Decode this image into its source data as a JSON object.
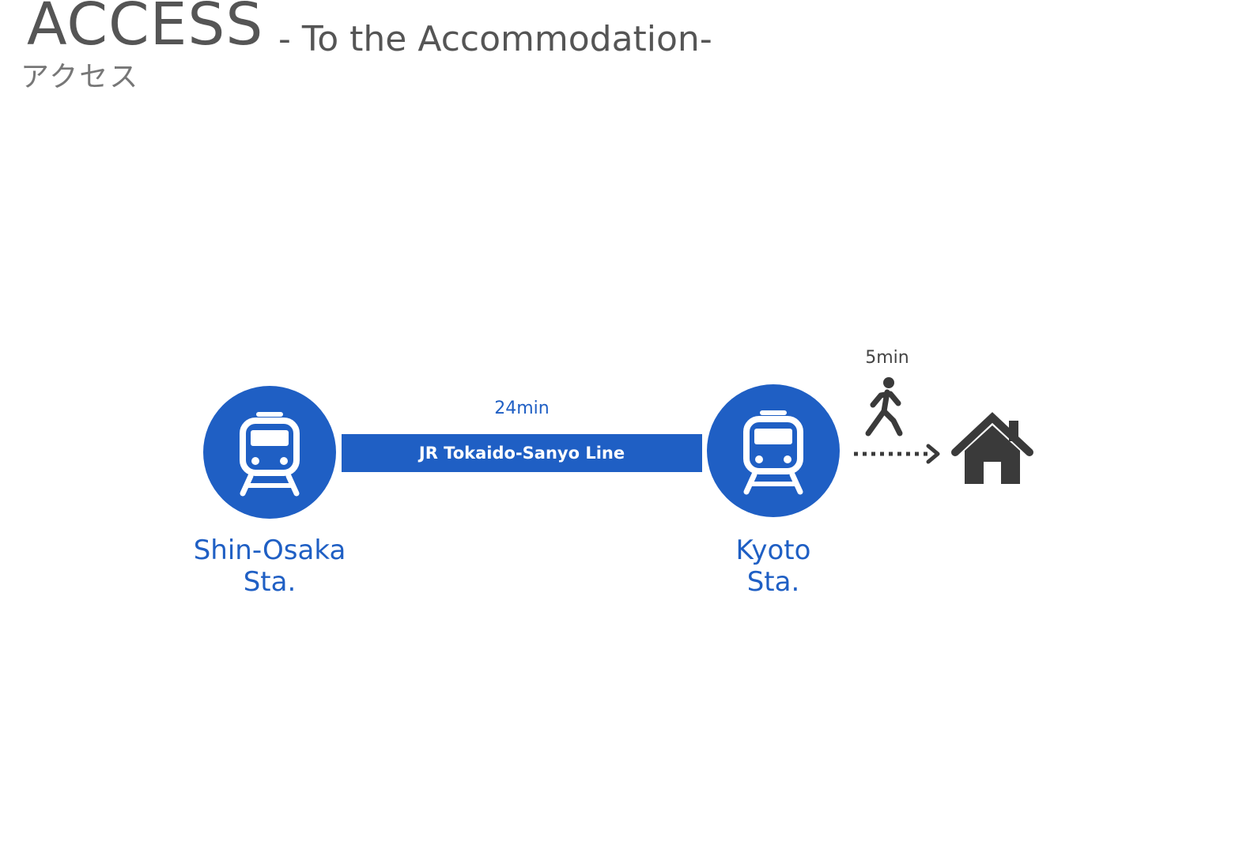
{
  "header": {
    "title": "ACCESS",
    "subtitle": "- To the Accommodation-",
    "subtitle_jp": "アクセス"
  },
  "route": {
    "origin": {
      "name_line1": "Shin-Osaka",
      "name_line2": "Sta.",
      "icon": "train-icon"
    },
    "destination_station": {
      "name_line1": "Kyoto",
      "name_line2": "Sta.",
      "icon": "train-icon"
    },
    "train": {
      "line_name": "JR Tokaido-Sanyo Line",
      "duration": "24min"
    },
    "walk": {
      "duration": "5min",
      "icon": "walking-person-icon"
    },
    "final": {
      "icon": "house-icon"
    }
  },
  "colors": {
    "accent": "#1f5fc4",
    "text_gray": "#555555",
    "icon_dark": "#3a3a3a"
  }
}
